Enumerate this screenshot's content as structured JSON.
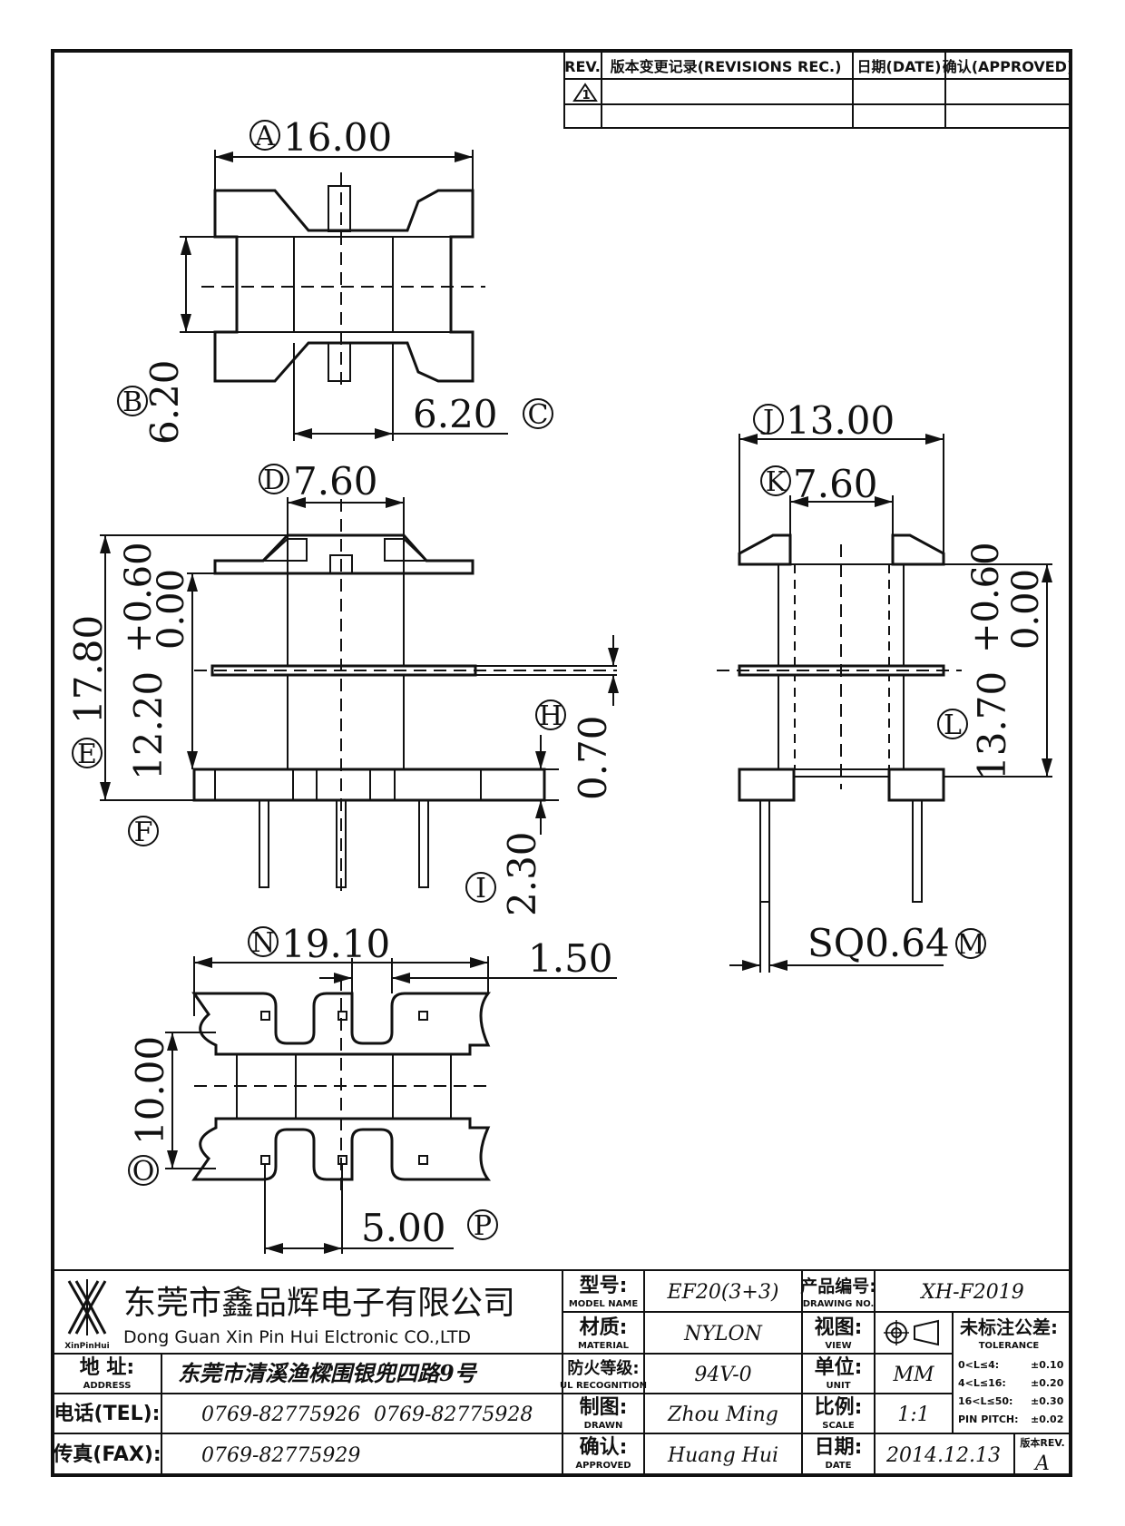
{
  "revision_table": {
    "headers": [
      "REV.",
      "版本变更记录(REVISIONS REC.)",
      "日期(DATE)",
      "确认(APPROVED)"
    ],
    "first_rev_mark": "1"
  },
  "dimensions": {
    "A": {
      "bubble": "A",
      "value": "16.00"
    },
    "B": {
      "bubble": "B",
      "value": "6.20"
    },
    "C": {
      "bubble": "C",
      "value": "6.20"
    },
    "D": {
      "bubble": "D",
      "value": "7.60"
    },
    "E": {
      "bubble": "E",
      "value": "17.80"
    },
    "F": {
      "bubble": "F",
      "value": "12.20",
      "tol_plus": "+0.60",
      "tol_minus": "0.00"
    },
    "H": {
      "bubble": "H",
      "value": "0.70"
    },
    "I": {
      "bubble": "I",
      "value": "2.30"
    },
    "J": {
      "bubble": "J",
      "value": "13.00"
    },
    "K": {
      "bubble": "K",
      "value": "7.60"
    },
    "L": {
      "bubble": "L",
      "value": "13.70",
      "tol_plus": "+0.60",
      "tol_minus": "0.00"
    },
    "M": {
      "bubble": "M",
      "value": "SQ0.64"
    },
    "N": {
      "bubble": "N",
      "value": "19.10"
    },
    "N2": {
      "value": "1.50"
    },
    "O": {
      "bubble": "O",
      "value": "10.00"
    },
    "P": {
      "bubble": "P",
      "value": "5.00"
    }
  },
  "title_block": {
    "logo_text": "XinPinHui",
    "company_cn": "东莞市鑫品辉电子有限公司",
    "company_en": "Dong Guan Xin Pin Hui Elctronic CO.,LTD",
    "address_label": "地 址:",
    "address_label_en": "ADDRESS",
    "address": "东莞市清溪渔樑围银兜四路9号",
    "tel_label": "电话(TEL):",
    "tel1": "0769-82775926",
    "tel2": "0769-82775928",
    "fax_label": "传真(FAX):",
    "fax": "0769-82775929",
    "model_label": "型号:",
    "model_label_en": "MODEL NAME",
    "model": "EF20(3+3)",
    "material_label": "材质:",
    "material_label_en": "MATERIAL",
    "material": "NYLON",
    "flame_label": "防火等级:",
    "flame_label_en": "UL RECOGNITION",
    "flame": "94V-0",
    "drawn_label": "制图:",
    "drawn_label_en": "DRAWN",
    "drawn": "Zhou Ming",
    "approved_label": "确认:",
    "approved_label_en": "APPROVED",
    "approved": "Huang Hui",
    "drawing_no_label": "产品编号:",
    "drawing_no_label_en": "DRAWING NO.",
    "drawing_no": "XH-F2019",
    "view_label": "视图:",
    "view_label_en": "VIEW",
    "unit_label": "单位:",
    "unit_label_en": "UNIT",
    "unit": "MM",
    "scale_label": "比例:",
    "scale_label_en": "SCALE",
    "scale": "1:1",
    "date_label": "日期:",
    "date_label_en": "DATE",
    "date": "2014.12.13",
    "tolerance_label": "未标注公差:",
    "tolerance_label_en": "TOLERANCE",
    "tolerances": [
      {
        "range": "0<L≤4:",
        "value": "±0.10"
      },
      {
        "range": "4<L≤16:",
        "value": "±0.20"
      },
      {
        "range": "16<L≤50:",
        "value": "±0.30"
      },
      {
        "range": "PIN PITCH:",
        "value": "±0.02"
      }
    ],
    "rev_label": "版本REV.",
    "rev": "A"
  }
}
